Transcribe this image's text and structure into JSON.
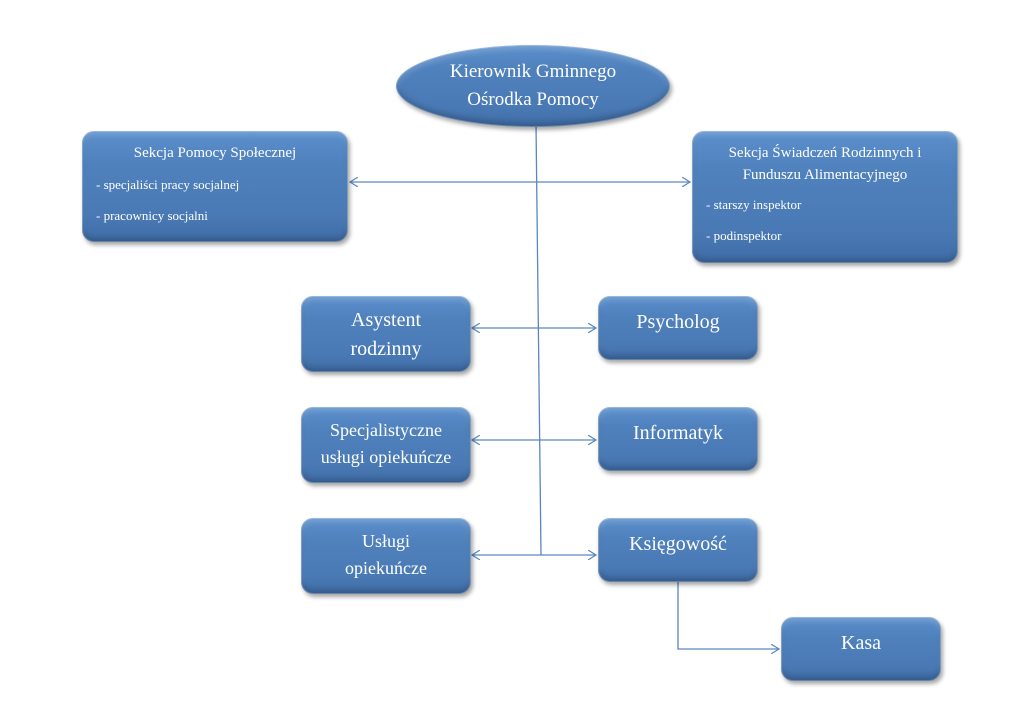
{
  "diagram": {
    "type": "org-chart",
    "colors": {
      "node_fill": "#4f81bd",
      "node_text": "#ffffff",
      "connector": "#4f81bd"
    },
    "head": {
      "label_line1": "Kierownik Gminnego",
      "label_line2": "Ośrodka Pomocy"
    },
    "sections": {
      "left": {
        "title": "Sekcja Pomocy Społecznej",
        "items": [
          "- specjaliści pracy socjalnej",
          "- pracownicy socjalni"
        ]
      },
      "right": {
        "title_line1": "Sekcja Świadczeń Rodzinnych i",
        "title_line2": "Funduszu Alimentacyjnego",
        "items": [
          "- starszy inspektor",
          "- podinspektor"
        ]
      }
    },
    "units_left": [
      {
        "line1": "Asystent",
        "line2": "rodzinny"
      },
      {
        "line1": "Specjalistyczne",
        "line2": "usługi opiekuńcze"
      },
      {
        "line1": "Usługi",
        "line2": "opiekuńcze"
      }
    ],
    "units_right": [
      {
        "label": "Psycholog"
      },
      {
        "label": "Informatyk"
      },
      {
        "label": "Księgowość"
      }
    ],
    "sub_unit": {
      "label": "Kasa",
      "parent": "Księgowość"
    }
  }
}
